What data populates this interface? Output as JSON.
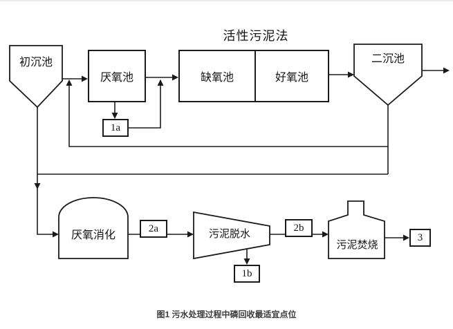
{
  "diagram": {
    "title": "活性污泥法",
    "caption": "图1 污水处理过程中磷回收最适宜点位",
    "nodes": {
      "primary_clarifier": "初沉池",
      "anaerobic_tank": "厌氧池",
      "anoxic_tank": "缺氧池",
      "aerobic_tank": "好氧池",
      "secondary_clarifier": "二沉池",
      "anaerobic_digestion": "厌氧消化",
      "sludge_dewatering": "污泥脱水",
      "sludge_incineration": "污泥焚烧"
    },
    "recovery_points": {
      "p1a": "1a",
      "p1b": "1b",
      "p2a": "2a",
      "p2b": "2b",
      "p3": "3"
    },
    "colors": {
      "line": "#1a1a1a",
      "background": "#ffffff",
      "caption_text": "#3c3c3c"
    }
  }
}
